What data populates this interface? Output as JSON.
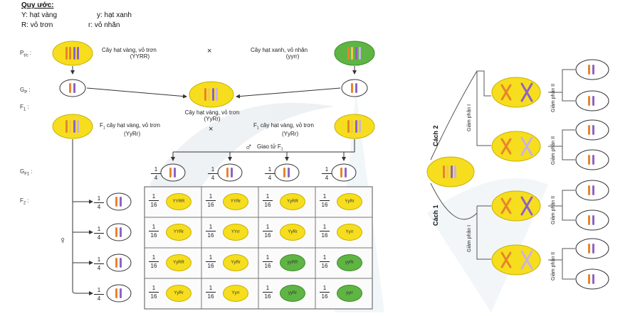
{
  "legend": {
    "title": "Quy ước:",
    "Y": "Y: hạt vàng",
    "y": "y: hạt xanh",
    "R": "R: vỏ trơn",
    "r": "r: vỏ nhăn"
  },
  "rows": {
    "ptc": "P",
    "ptc_sub": "t/c",
    "gp": "G",
    "gp_sub": "P",
    "f1": "F",
    "f1_sub": "1",
    "gf1": "G",
    "gf1_sub": "F1",
    "f2": "F",
    "f2_sub": "2"
  },
  "parents": {
    "left_label": "Cây hạt vàng, vỏ trơn",
    "left_genotype": "(YYRR)",
    "cross": "×",
    "right_label": "Cây hạt xanh, vỏ nhăn",
    "right_genotype": "(yyrr)"
  },
  "f1": {
    "center_label": "Cây hạt vàng, vỏ trơn",
    "center_genotype": "(YyRr)",
    "left_label": "F",
    "left_label_sub": "1",
    "left_label_rest": " cây hạt vàng, vỏ trơn",
    "left_genotype": "(YyRr)",
    "cross": "×",
    "right_label": "F",
    "right_label_sub": "1",
    "right_label_rest": " cây hạt vàng, vỏ trơn",
    "right_genotype": "(YyRr)"
  },
  "gametes": {
    "male_symbol": "♂",
    "header": "Giao tử F",
    "header_sub": "1",
    "female_symbol": "♀",
    "fraction_num": "1",
    "fraction_den": "4"
  },
  "punnett": {
    "num": "1",
    "den": "16",
    "cells": [
      [
        {
          "g": "YYRR",
          "c": "y"
        },
        {
          "g": "YYRr",
          "c": "y"
        },
        {
          "g": "YyRR",
          "c": "y"
        },
        {
          "g": "YyRr",
          "c": "y"
        }
      ],
      [
        {
          "g": "YYRr",
          "c": "y"
        },
        {
          "g": "YYrr",
          "c": "y"
        },
        {
          "g": "YyRr",
          "c": "y"
        },
        {
          "g": "Yyrr",
          "c": "y"
        }
      ],
      [
        {
          "g": "YyRR",
          "c": "y"
        },
        {
          "g": "YyRr",
          "c": "y"
        },
        {
          "g": "yyRR",
          "c": "g"
        },
        {
          "g": "yyRr",
          "c": "g"
        }
      ],
      [
        {
          "g": "YyRr",
          "c": "y"
        },
        {
          "g": "Yyrr",
          "c": "y"
        },
        {
          "g": "yyRr",
          "c": "g"
        },
        {
          "g": "yyrr",
          "c": "g"
        }
      ]
    ]
  },
  "meiosis": {
    "way2": "Cách 2",
    "way1": "Cách 1",
    "gp1": "Giảm phân I",
    "gp2": "Giảm phân II"
  },
  "colors": {
    "yellow": "#f6de1e",
    "green": "#5fb543",
    "chrom_orange": "#e8842c",
    "chrom_purple": "#8e63c4"
  }
}
